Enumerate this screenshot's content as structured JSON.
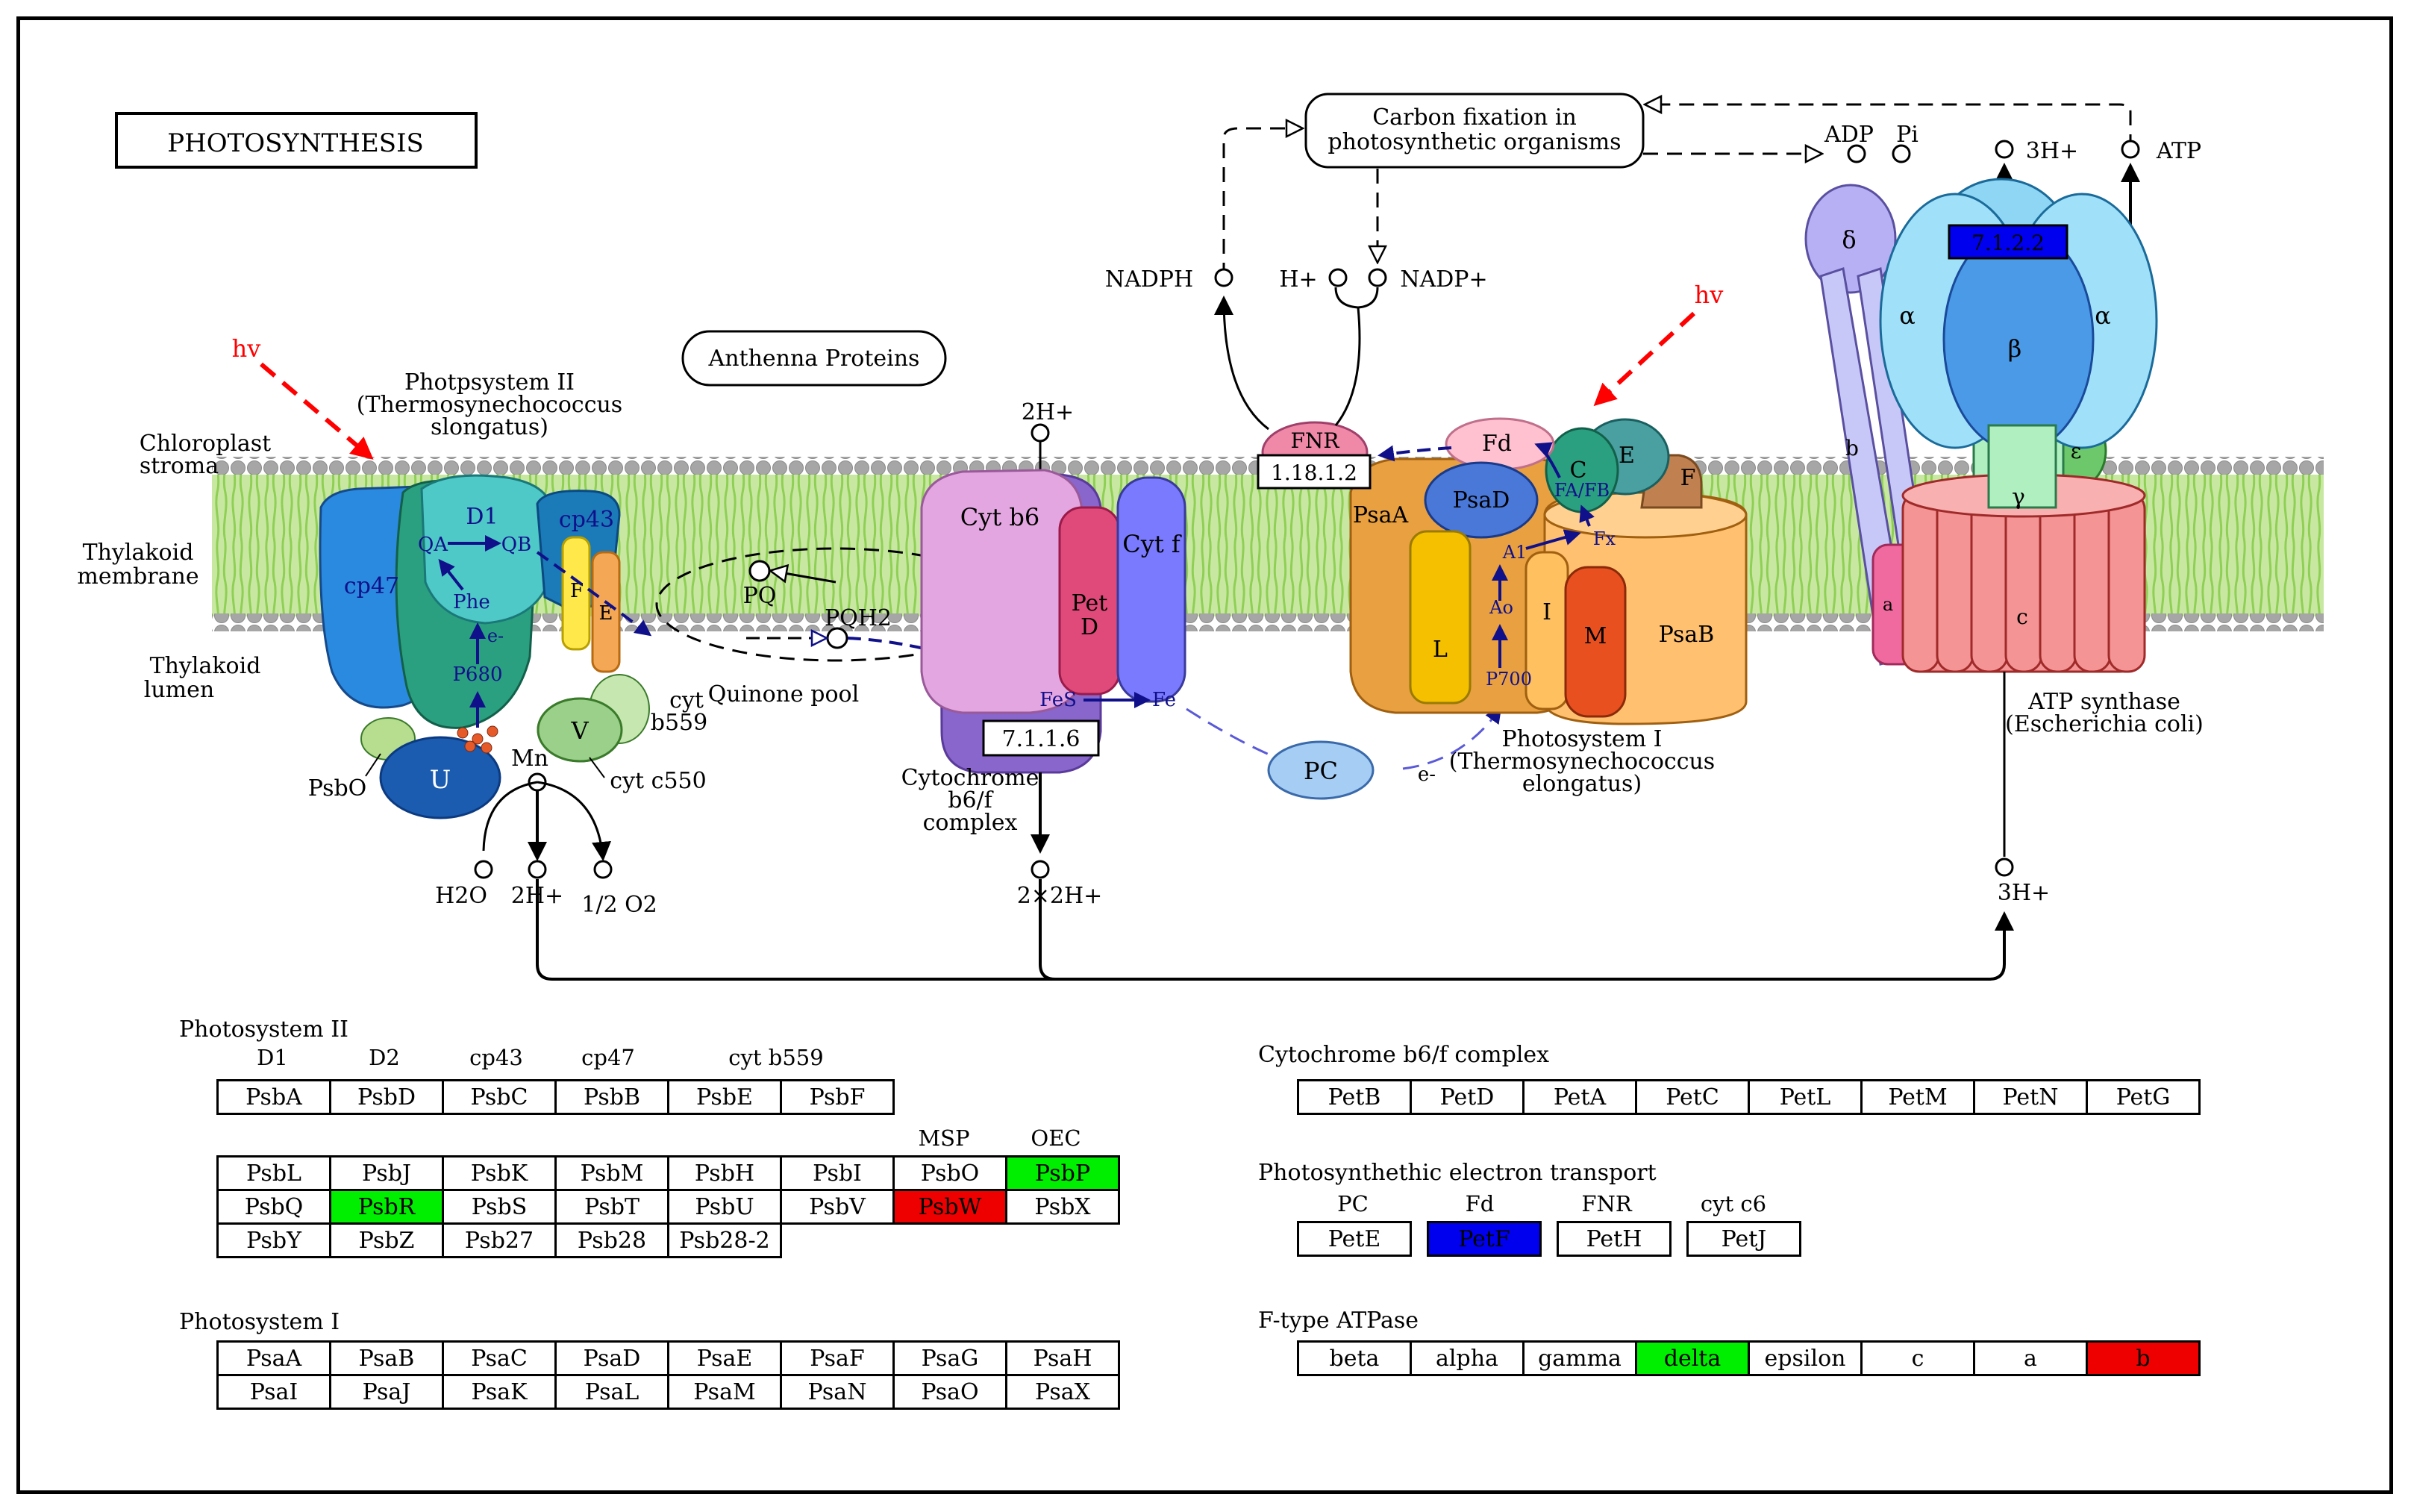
{
  "title": "PHOTOSYNTHESIS",
  "colors": {
    "green": "#00ee00",
    "red": "#ee0000",
    "blue": "#0000ee",
    "membrane_green": "#b7e08a",
    "membrane_head": "#a0a0a0",
    "hv_red": "#ff0000",
    "enzyme_text": "#000080"
  },
  "membrane_labels": {
    "stroma_1": "Chloroplast",
    "stroma_2": "stroma",
    "membrane_1": "Thylakoid",
    "membrane_2": "membrane",
    "lumen_1": "Thylakoid",
    "lumen_2": "lumen"
  },
  "hv": "hv",
  "psii": {
    "title_1": "Photpsystem II",
    "title_2": "(Thermosynechococcus",
    "title_3": "slongatus)",
    "cp47": "cp47",
    "d1": "D1",
    "cp43": "cp43",
    "qa": "QA",
    "qb": "QB",
    "phe": "Phe",
    "e": "e-",
    "p680": "P680",
    "f": "F",
    "E": "E",
    "v": "V",
    "u": "U",
    "cyt_b559_1": "cyt",
    "cyt_b559_2": "b559",
    "psbo": "PsbO",
    "cyt_c550": "cyt c550",
    "mn": "Mn",
    "h2o": "H2O",
    "h2plus": "2H+",
    "o2": "1/2 O2"
  },
  "anthenna": "Anthenna Proteins",
  "pq": "PQ",
  "pqh2": "PQH2",
  "quinone_pool": "Quinone pool",
  "cytb6f": {
    "top": "2H+",
    "cyt_b6": "Cyt b6",
    "pet_d_1": "Pet",
    "pet_d_2": "D",
    "cyt_f": "Cyt f",
    "fes": "FeS",
    "fe": "Fe",
    "ec": "7.1.1.6",
    "label_1": "Cytochrome",
    "label_2": "b6/f",
    "label_3": "complex",
    "bottom": "2×2H+"
  },
  "pc": "PC",
  "e_minus": "e-",
  "psi": {
    "fnr": "FNR",
    "fnr_ec": "1.18.1.2",
    "fd": "Fd",
    "psad": "PsaD",
    "c": "C",
    "e": "E",
    "f": "F",
    "fafb": "FA/FB",
    "fx": "Fx",
    "a1": "A1",
    "a0": "Ao",
    "p700": "P700",
    "psaa": "PsaA",
    "l": "L",
    "i": "I",
    "m": "M",
    "psab": "PsaB",
    "label_1": "Photosystem I",
    "label_2": "(Thermosynechococcus",
    "label_3": "elongatus)"
  },
  "carbon_fixation_1": "Carbon fixation in",
  "carbon_fixation_2": "photosynthetic organisms",
  "nadph": "NADPH",
  "hplus": "H+",
  "nadp": "NADP+",
  "atp_synthase": {
    "adp": "ADP",
    "pi": "Pi",
    "h3": "3H+",
    "atp": "ATP",
    "ec": "7.1.2.2",
    "delta": "δ",
    "alpha": "α",
    "beta": "β",
    "b": "b",
    "epsilon": "ε",
    "gamma": "γ",
    "a": "a",
    "c": "c",
    "label_1": "ATP synthase",
    "label_2": "(Escherichia coli)",
    "bottom": "3H+"
  },
  "tables": {
    "psii": {
      "title": "Photosystem II",
      "sublabels": [
        "D1",
        "D2",
        "cp43",
        "cp47",
        "cyt b559"
      ],
      "row1": [
        "PsbA",
        "PsbD",
        "PsbC",
        "PsbB",
        "PsbE",
        "PsbF"
      ],
      "msp": "MSP",
      "oec": "OEC",
      "grid": [
        [
          "PsbL",
          "PsbJ",
          "PsbK",
          "PsbM",
          "PsbH",
          "PsbI",
          "PsbO",
          "PsbP"
        ],
        [
          "PsbQ",
          "PsbR",
          "PsbS",
          "PsbT",
          "PsbU",
          "PsbV",
          "PsbW",
          "PsbX"
        ],
        [
          "PsbY",
          "PsbZ",
          "Psb27",
          "Psb28",
          "Psb28-2"
        ]
      ]
    },
    "psi": {
      "title": "Photosystem I",
      "grid": [
        [
          "PsaA",
          "PsaB",
          "PsaC",
          "PsaD",
          "PsaE",
          "PsaF",
          "PsaG",
          "PsaH"
        ],
        [
          "PsaI",
          "PsaJ",
          "PsaK",
          "PsaL",
          "PsaM",
          "PsaN",
          "PsaO",
          "PsaX"
        ]
      ]
    },
    "cytb6f": {
      "title": "Cytochrome b6/f complex",
      "row": [
        "PetB",
        "PetD",
        "PetA",
        "PetC",
        "PetL",
        "PetM",
        "PetN",
        "PetG"
      ]
    },
    "pet": {
      "title": "Photosynthethic electron transport",
      "sublabels": [
        "PC",
        "Fd",
        "FNR",
        "cyt c6"
      ],
      "row": [
        "PetE",
        "PetF",
        "PetH",
        "PetJ"
      ]
    },
    "atpase": {
      "title": "F-type ATPase",
      "row": [
        "beta",
        "alpha",
        "gamma",
        "delta",
        "epsilon",
        "c",
        "a",
        "b"
      ]
    }
  },
  "highlights": {
    "PsbP": "green",
    "PsbR": "green",
    "PsbW": "red",
    "PetF": "blue",
    "delta": "green",
    "b": "red"
  }
}
